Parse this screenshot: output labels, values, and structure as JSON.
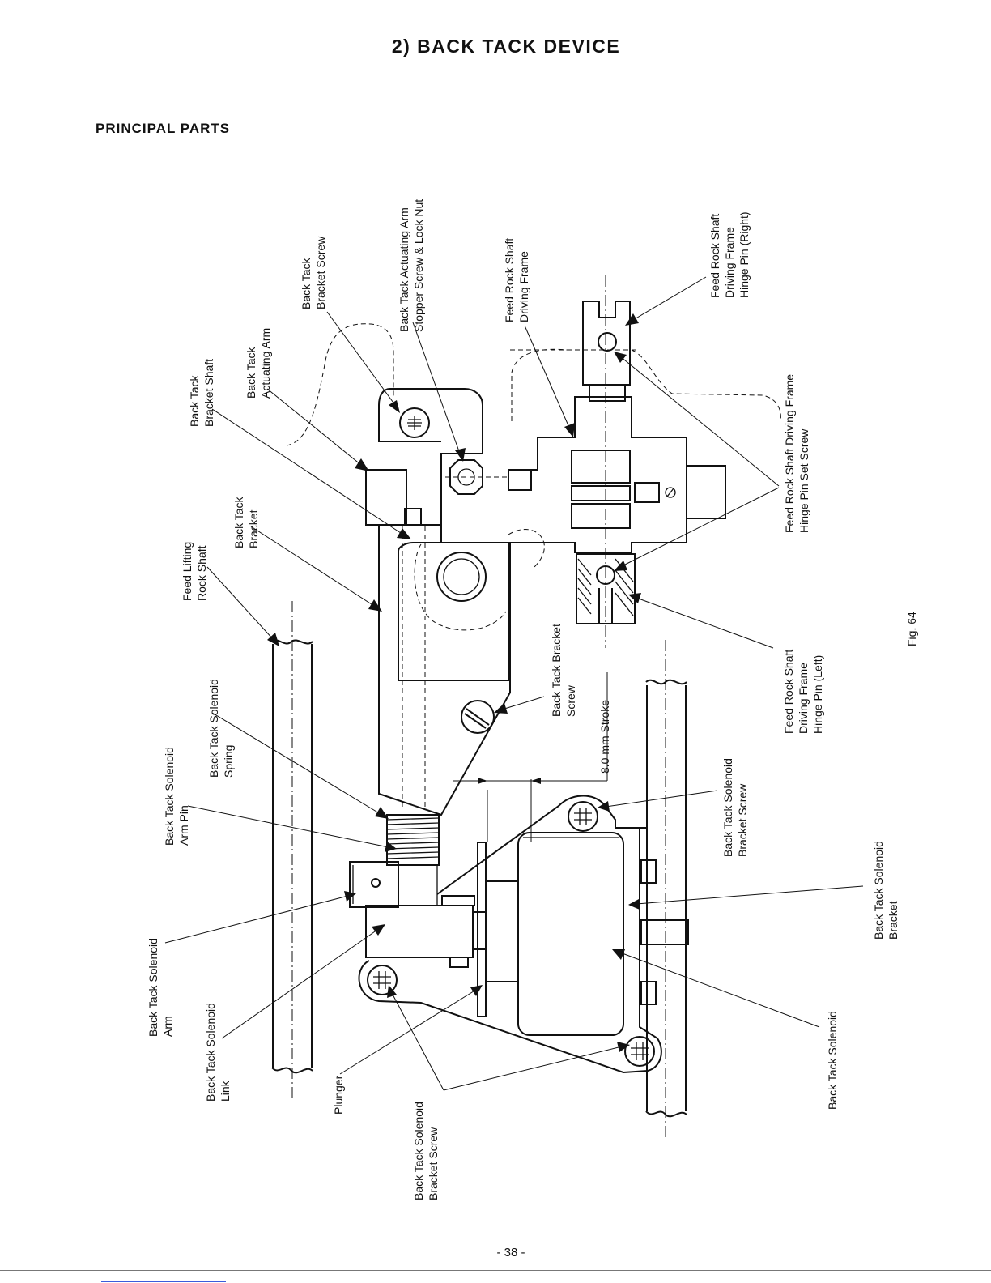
{
  "page": {
    "title": "2) BACK TACK DEVICE",
    "section": "PRINCIPAL PARTS",
    "figure": "Fig. 64",
    "page_number": "- 38 -"
  },
  "labels": {
    "bracket_shaft": [
      "Back Tack",
      "Bracket Shaft"
    ],
    "actuating_arm": [
      "Back Tack",
      "Actuating Arm"
    ],
    "bracket_screw": [
      "Back Tack",
      "Bracket Screw"
    ],
    "stopper_screw": [
      "Back Tack Actuating Arm",
      "Stopper Screw & Lock Nut"
    ],
    "feed_rock_frame": [
      "Feed Rock Shaft",
      "Driving Frame"
    ],
    "hinge_pin_right": [
      "Feed Rock Shaft",
      "Driving Frame",
      "Hinge Pin (Right)"
    ],
    "hinge_set_screw": [
      "Feed Rock Shaft Driving Frame",
      "Hinge Pin Set Screw"
    ],
    "feed_lifting_shaft": [
      "Feed Lifting",
      "Rock Shaft"
    ],
    "bracket": [
      "Back Tack",
      "Bracket"
    ],
    "bracket_screw_lower": [
      "Back Tack Bracket",
      "Screw"
    ],
    "stroke": "8.0 mm Stroke",
    "hinge_pin_left": [
      "Feed Rock Shaft",
      "Driving Frame",
      "Hinge Pin (Left)"
    ],
    "solenoid_spring": [
      "Back Tack Solenoid",
      "Spring"
    ],
    "solenoid_arm_pin": [
      "Back Tack Solenoid",
      "Arm Pin"
    ],
    "solenoid_bracket_screw_top": [
      "Back Tack Solenoid",
      "Bracket Screw"
    ],
    "solenoid_bracket": [
      "Back Tack Solenoid",
      "Bracket"
    ],
    "solenoid_arm": [
      "Back Tack Solenoid",
      "Arm"
    ],
    "solenoid_link": [
      "Back Tack Solenoid",
      "Link"
    ],
    "plunger": [
      "Plunger"
    ],
    "solenoid_bracket_screw_bottom": [
      "Back Tack Solenoid",
      "Bracket Screw"
    ],
    "solenoid": [
      "Back Tack Solenoid"
    ]
  }
}
